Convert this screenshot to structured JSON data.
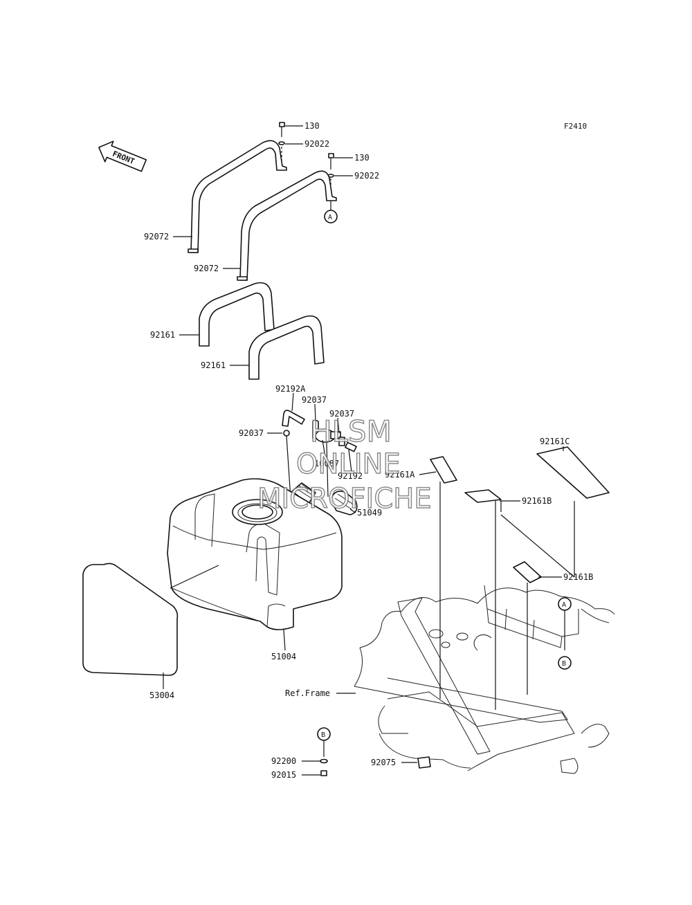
{
  "figure_id": "F2410",
  "direction_arrow": "FRONT",
  "watermark": [
    "HLSM",
    "ONLINE",
    "MICROFICHE"
  ],
  "callouts": {
    "a": "A",
    "b": "B"
  },
  "parts": {
    "bolt_1": "130",
    "washer_1": "92022",
    "bolt_2": "130",
    "washer_2": "92022",
    "band_1": "92072",
    "band_2": "92072",
    "band_pad_1": "92161",
    "band_pad_2": "92161",
    "hose": "92192A",
    "clamp_a": "92037",
    "clamp_b": "92037",
    "clamp_c": "92037",
    "valve": "16087",
    "hose_b": "92192",
    "cap": "51049",
    "pad_a": "92161A",
    "pad_c": "92161C",
    "pad_b_1": "92161B",
    "pad_b_2": "92161B",
    "tank": "51004",
    "heat_shield": "53004",
    "frame_ref": "Ref.Frame",
    "washer_b": "92200",
    "nut_b": "92015",
    "pad_small": "92075"
  }
}
